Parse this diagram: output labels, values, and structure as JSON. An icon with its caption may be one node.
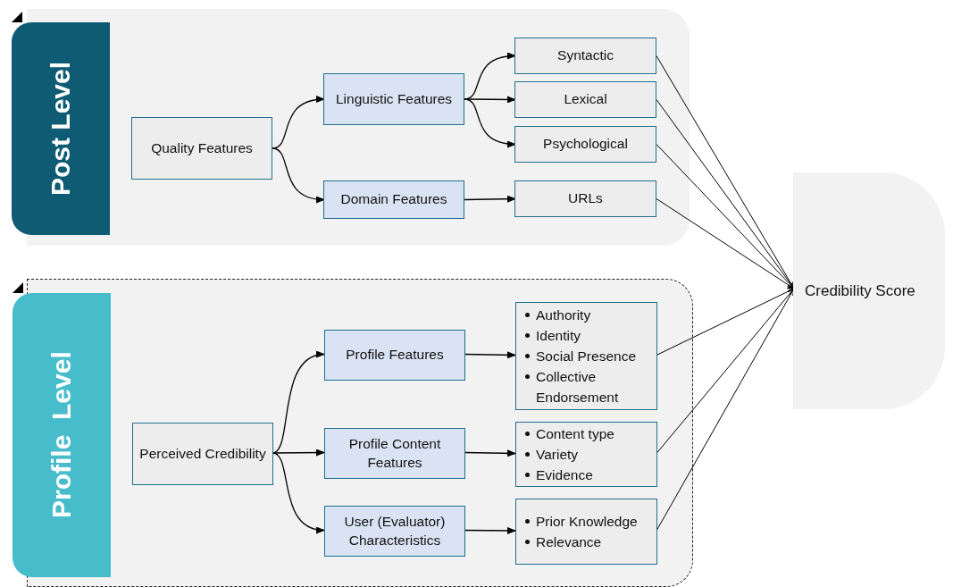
{
  "diagram": {
    "nodes": [
      {
        "text": [
          "Post Level"
        ]
      },
      {
        "text": [
          "Quality Features"
        ],
        "in": 0
      },
      {
        "text": [
          "Linguistic Features"
        ],
        "in": 0
      },
      {
        "text": [
          "Domain Features"
        ],
        "in": 0
      },
      {
        "text": [
          "Syntactic"
        ],
        "in": 0
      },
      {
        "text": [
          "Lexical"
        ],
        "in": 0
      },
      {
        "text": [
          "Psychological"
        ],
        "in": 0
      },
      {
        "text": [
          "URLs"
        ],
        "in": 0
      },
      {
        "text": [
          "Profile  Level"
        ]
      },
      {
        "text": [
          "Perceived Credibility"
        ],
        "in": 8
      },
      {
        "text": [
          "Profile Features"
        ],
        "in": 8
      },
      {
        "text": [
          "Profile Content Features"
        ],
        "in": 8
      },
      {
        "text": [
          "User (Evaluator) Characteristics"
        ],
        "in": 8
      },
      {
        "text": [
          "Authority",
          "Identity",
          "Social Presence",
          "Collective Endorsement"
        ],
        "in": 8
      },
      {
        "text": [
          "Content type",
          "Variety",
          "Evidence"
        ],
        "in": 8
      },
      {
        "text": [
          "Prior Knowledge",
          "Relevance"
        ],
        "in": 8
      },
      {
        "text": [
          "Credibility Score"
        ]
      }
    ],
    "edges": [
      {
        "from": 1,
        "to": 2,
        "arrow": "to"
      },
      {
        "from": 1,
        "to": 3,
        "arrow": "to"
      },
      {
        "from": 2,
        "to": 4,
        "arrow": "to"
      },
      {
        "from": 2,
        "to": 5,
        "arrow": "to"
      },
      {
        "from": 2,
        "to": 6,
        "arrow": "to"
      },
      {
        "from": 3,
        "to": 7,
        "arrow": "to"
      },
      {
        "from": 9,
        "to": 10,
        "arrow": "to"
      },
      {
        "from": 9,
        "to": 11,
        "arrow": "to"
      },
      {
        "from": 9,
        "to": 12,
        "arrow": "to"
      },
      {
        "from": 10,
        "to": 13,
        "arrow": "to"
      },
      {
        "from": 11,
        "to": 14,
        "arrow": "to"
      },
      {
        "from": 12,
        "to": 15,
        "arrow": "to"
      },
      {
        "from": 4,
        "to": 16,
        "arrow": "to"
      },
      {
        "from": 5,
        "to": 16,
        "arrow": "to"
      },
      {
        "from": 6,
        "to": 16,
        "arrow": "to"
      },
      {
        "from": 7,
        "to": 16,
        "arrow": "to"
      },
      {
        "from": 13,
        "to": 16,
        "arrow": "to"
      },
      {
        "from": 14,
        "to": 16,
        "arrow": "to"
      },
      {
        "from": 15,
        "to": 16,
        "arrow": "to"
      }
    ]
  }
}
